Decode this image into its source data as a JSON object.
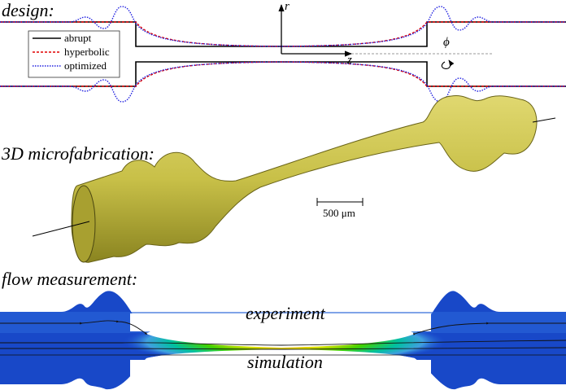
{
  "panels": {
    "design": {
      "title": "design:",
      "legend": [
        {
          "label": "abrupt",
          "color": "#000000",
          "style": "solid"
        },
        {
          "label": "hyperbolic",
          "color": "#e00000",
          "style": "dashed"
        },
        {
          "label": "optimized",
          "color": "#2020e0",
          "style": "dotted"
        }
      ],
      "axis_r": "r",
      "axis_z": "z",
      "axis_phi": "ϕ"
    },
    "microfabrication": {
      "title": "3D microfabrication:",
      "scale_bar": "500 μm",
      "color": "#c8c048"
    },
    "flow": {
      "title": "flow measurement:",
      "top_label": "experiment",
      "bottom_label": "simulation"
    }
  }
}
